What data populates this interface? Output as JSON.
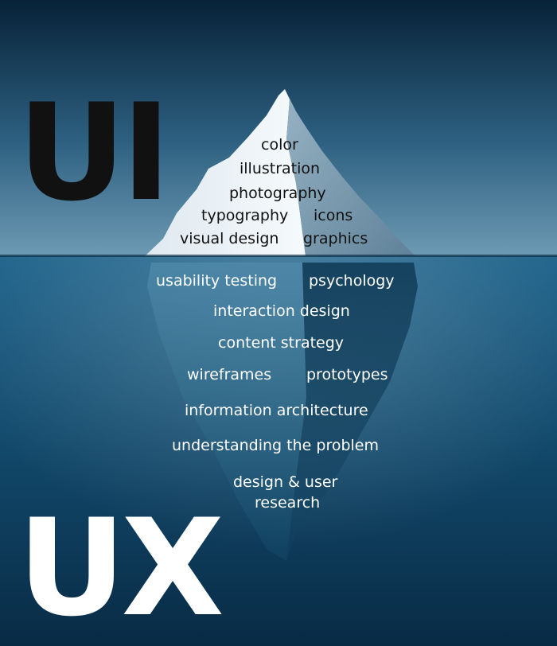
{
  "headline_top": "UI",
  "headline_bottom": "UX",
  "above_water": [
    "color",
    "illustration",
    "photography",
    "typography",
    "icons",
    "visual design",
    "graphics"
  ],
  "below_water": [
    "usability testing",
    "psychology",
    "interaction design",
    "content strategy",
    "wireframes",
    "prototypes",
    "information architecture",
    "understanding the problem",
    "design & user",
    "research"
  ],
  "colors": {
    "sky_top": "#072238",
    "sky_horizon": "#5f8fab",
    "water_top": "#1a5b80",
    "water_bottom": "#0a2d48",
    "ice_light": "#eef4f8",
    "ice_shadow": "#7d9db2",
    "ui_text": "#111111",
    "ux_text": "#ffffff"
  }
}
